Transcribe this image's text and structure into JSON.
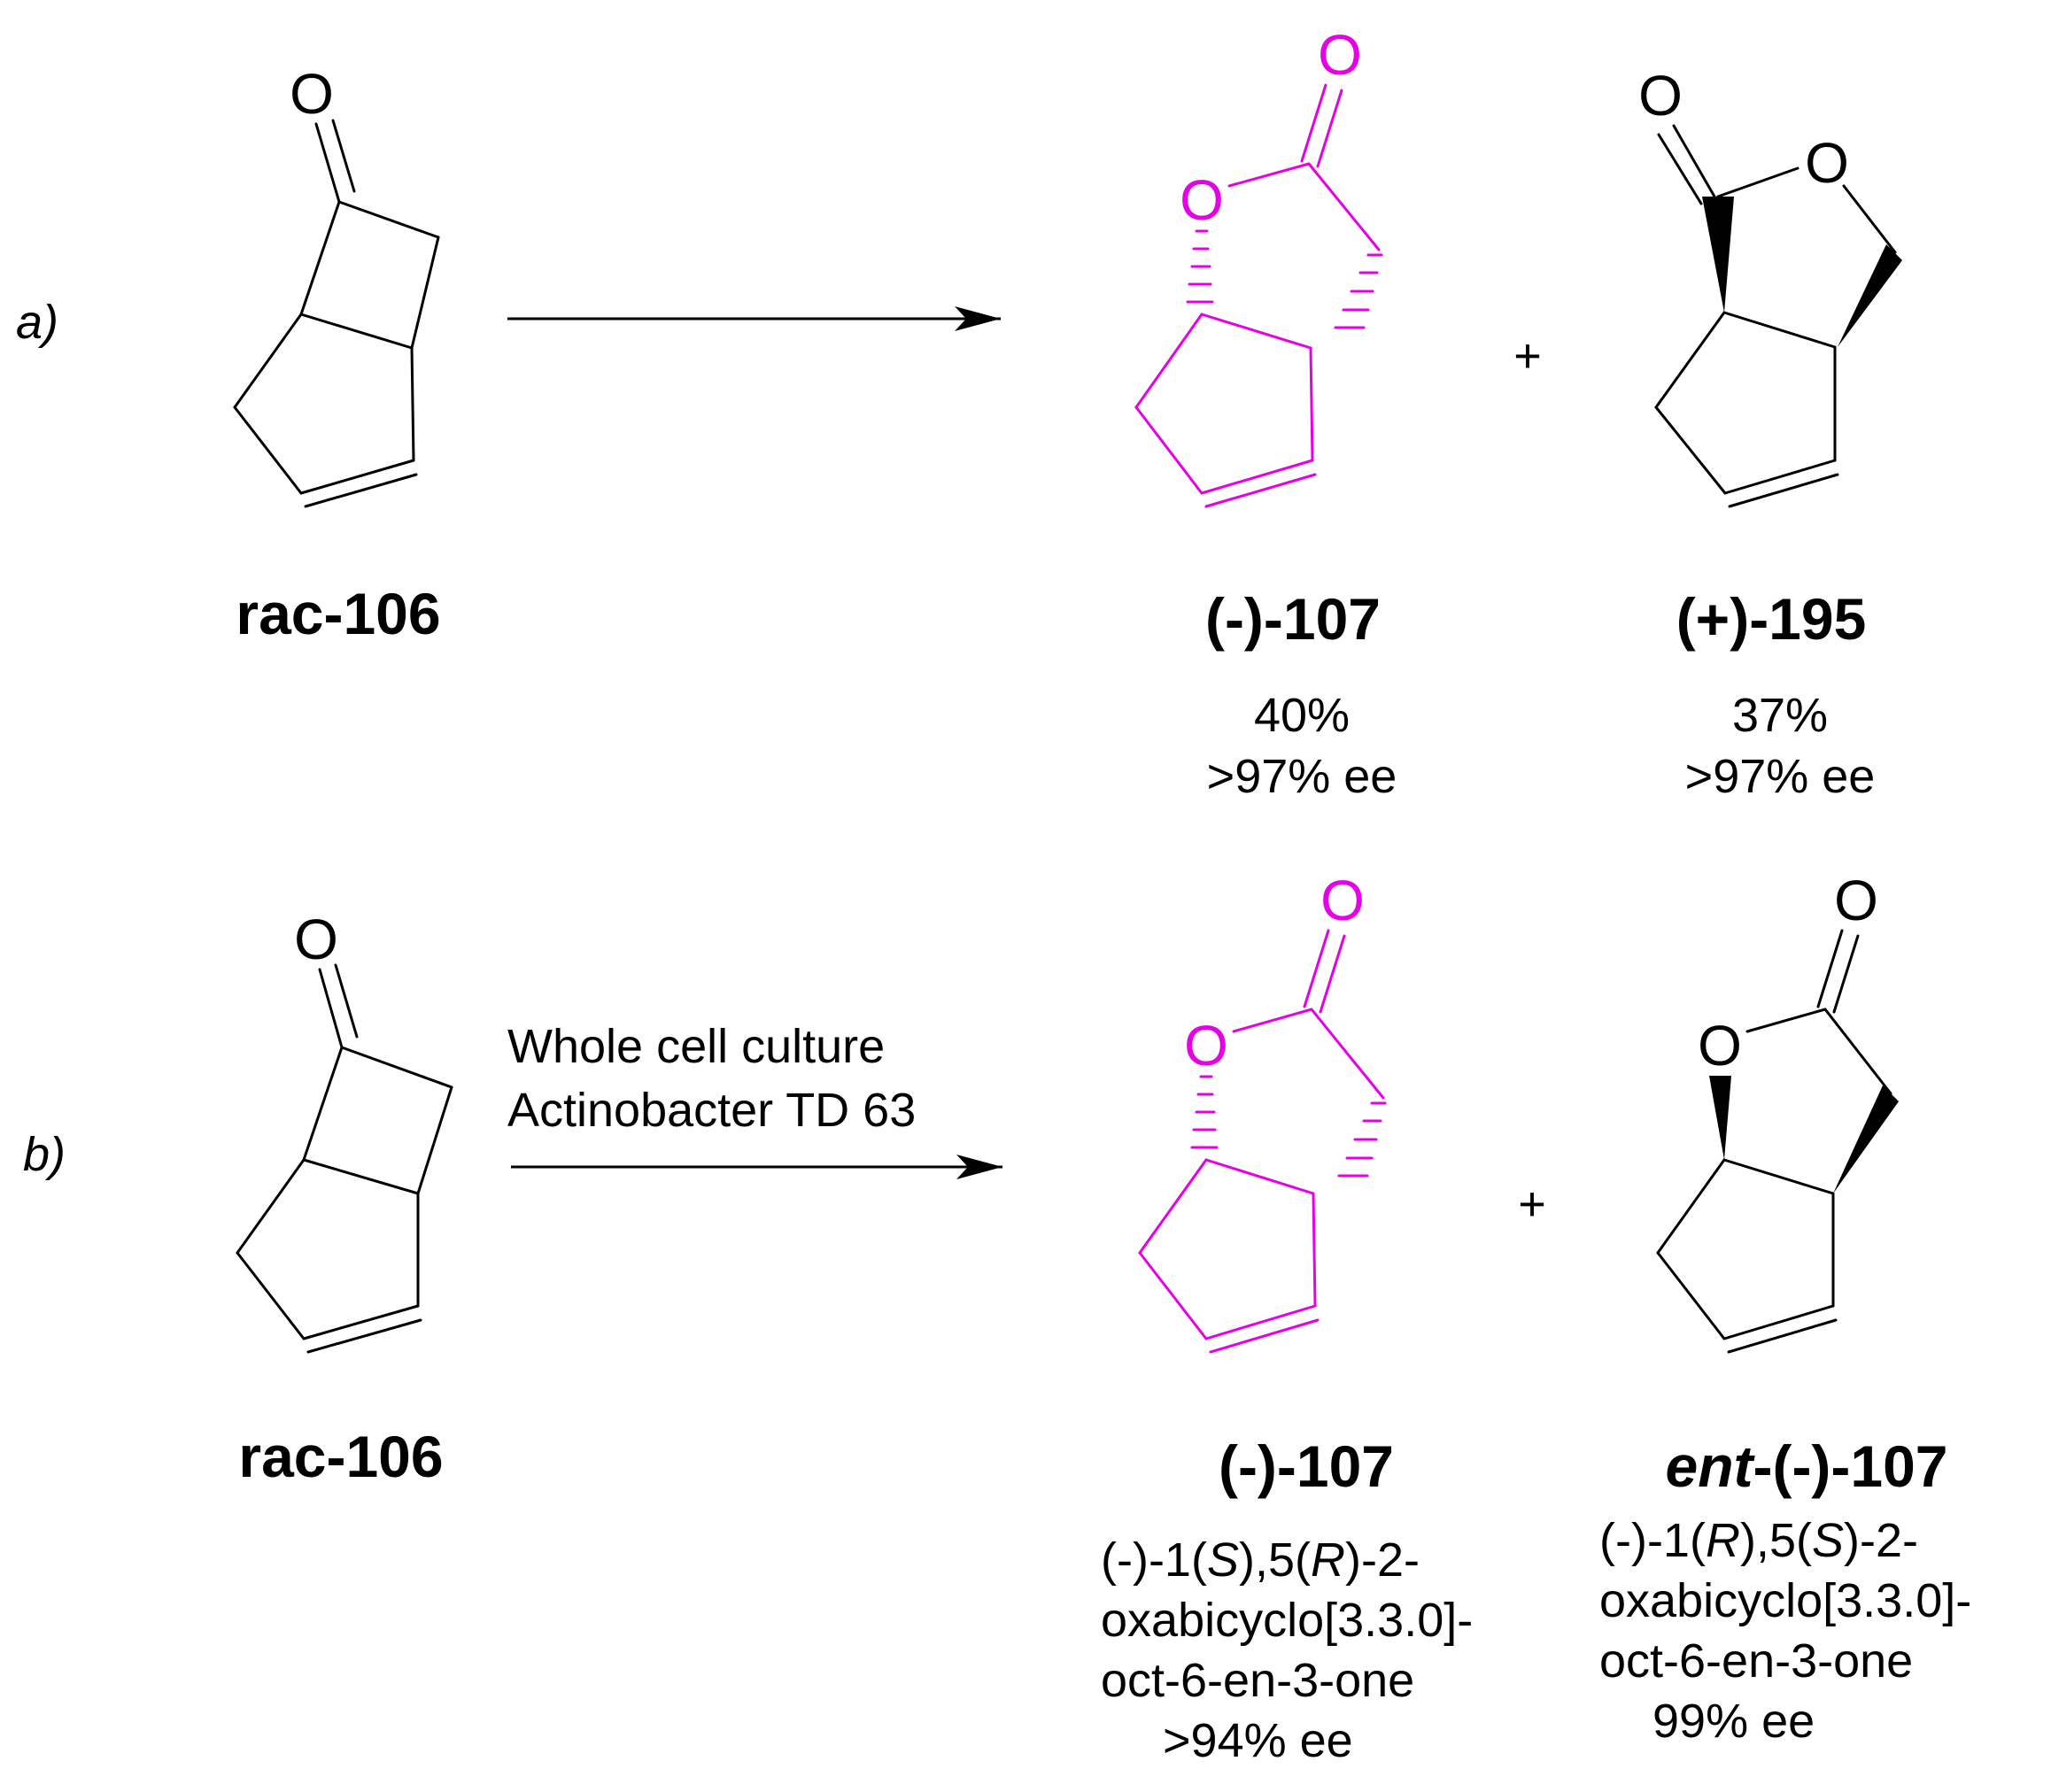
{
  "colors": {
    "highlight": "#e600e6",
    "ink": "#000000",
    "background": "#ffffff"
  },
  "atoms": {
    "oxygen": "O"
  },
  "plus_sign": "+",
  "scheme_a": {
    "label": "a)",
    "reagent_lines": [],
    "starting_material": "rac-106",
    "product_1": {
      "name": "(-)-107",
      "yield": "40%",
      "ee": ">97% ee"
    },
    "product_2": {
      "name": "(+)-195",
      "yield": "37%",
      "ee": ">97% ee"
    }
  },
  "scheme_b": {
    "label": "b)",
    "reagent_lines": [
      "Whole cell culture",
      "Actinobacter TD 63"
    ],
    "starting_material": "rac-106",
    "product_1": {
      "name": "(-)-107",
      "desc_prefix": "(-)-1(",
      "desc_s": "S",
      "desc_mid": "),5(",
      "desc_r": "R",
      "desc_suffix": ")-2-",
      "desc_line2": "oxabicyclo[3.3.0]-",
      "desc_line3": "oct-6-en-3-one",
      "ee": ">94% ee"
    },
    "product_2": {
      "name_italic": "ent",
      "name_rest": "-(-)-107",
      "desc_prefix": "(-)-1(",
      "desc_r": "R",
      "desc_mid": "),5(",
      "desc_s": "S",
      "desc_suffix": ")-2-",
      "desc_line2": "oxabicyclo[3.3.0]-",
      "desc_line3": "oct-6-en-3-one",
      "ee": "99% ee"
    }
  }
}
